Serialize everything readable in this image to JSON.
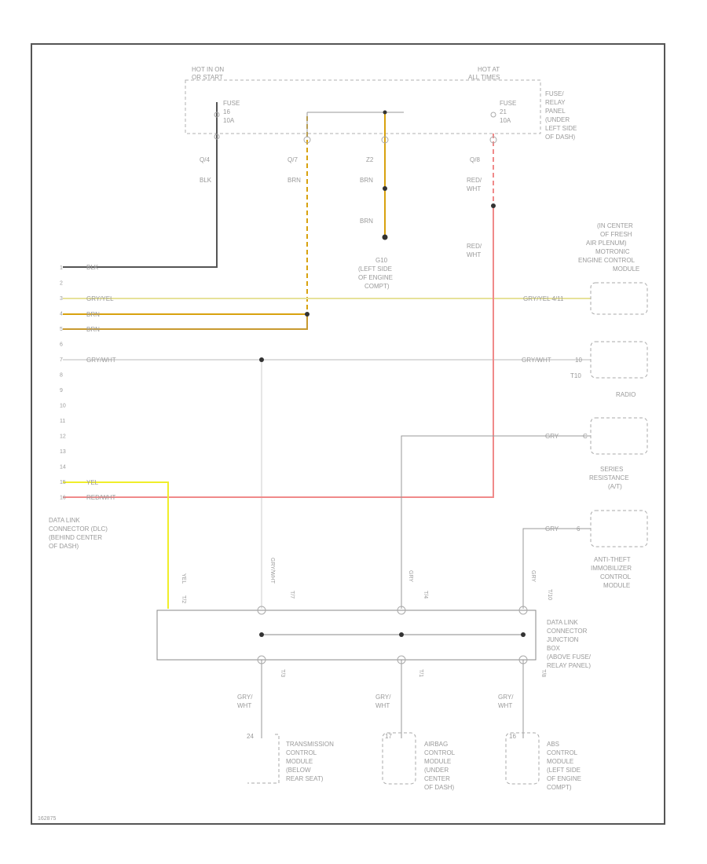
{
  "diagram": {
    "hot_in_on": [
      "HOT IN ON",
      "OR START"
    ],
    "hot_at_all": [
      "HOT AT",
      "ALL TIMES"
    ],
    "fuse_left": [
      "FUSE",
      "16",
      "10A"
    ],
    "fuse_right": [
      "FUSE",
      "21",
      "10A"
    ],
    "fuse_panel": [
      "FUSE/",
      "RELAY",
      "PANEL",
      "(UNDER",
      "LEFT SIDE",
      "OF DASH)"
    ],
    "term_q4": "Q/4",
    "term_q7": "Q/7",
    "term_z2": "Z2",
    "term_q8": "Q/8",
    "wire_blk": "BLK",
    "wire_brn1": "BRN",
    "wire_brn2": "BRN",
    "wire_brn3": "BRN",
    "wire_red_wht1": [
      "RED/",
      "WHT"
    ],
    "wire_red_wht2": [
      "RED/",
      "WHT"
    ],
    "ground": [
      "G10",
      "(LEFT SIDE",
      "OF ENGINE",
      "COMPT)"
    ],
    "ecm": [
      "(IN CENTER",
      "OF FRESH",
      "AIR PLENUM)",
      "MOTRONIC",
      "ENGINE CONTROL",
      "MODULE"
    ],
    "ecm_wire": "GRY/YEL  4/11",
    "radio_wire": "GRY/WHT",
    "radio_pin1": "10",
    "radio_pin2": "T10",
    "radio": "RADIO",
    "series_wire": "GRY",
    "series_pin": "C",
    "series_res": [
      "SERIES",
      "RESISTANCE",
      "(A/T)"
    ],
    "antitheft_wire": "GRY",
    "antitheft_pin": "6",
    "antitheft": [
      "ANTI-THEFT",
      "IMMOBILIZER",
      "CONTROL",
      "MODULE"
    ],
    "dlc_pins": [
      "1",
      "2",
      "3",
      "4",
      "5",
      "6",
      "7",
      "8",
      "9",
      "10",
      "11",
      "12",
      "13",
      "14",
      "15",
      "16"
    ],
    "dlc_pin1_wire": "BLK",
    "dlc_pin3_wire": "GRY/YEL",
    "dlc_pin4_wire": "BRN",
    "dlc_pin5_wire": "BRN",
    "dlc_pin7_wire": "GRY/WHT",
    "dlc_pin15_wire": "YEL",
    "dlc_pin16_wire": "RED/WHT",
    "dlc": [
      "DATA LINK",
      "CONNECTOR (DLC)",
      "(BEHIND CENTER",
      "OF DASH)"
    ],
    "v_yel": "YEL",
    "v_t2": "T/2",
    "v_gry_wht": "GRY/WHT",
    "v_t7": "T/7",
    "v_gry1": "GRY",
    "v_t4": "T/4",
    "v_gry2": "GRY",
    "v_t10": "T/10",
    "junction": [
      "DATA LINK",
      "CONNECTOR",
      "JUNCTION",
      "BOX",
      "(ABOVE FUSE/",
      "RELAY PANEL)"
    ],
    "b_t3": "T/3",
    "b_t1": "T/1",
    "b_t8": "T/8",
    "b_wire1": [
      "GRY/",
      "WHT"
    ],
    "b_wire2": [
      "GRY/",
      "WHT"
    ],
    "b_wire3": [
      "GRY/",
      "WHT"
    ],
    "b_pin1": "24",
    "b_pin2": "17",
    "b_pin3": "16",
    "tcm": [
      "TRANSMISSION",
      "CONTROL",
      "MODULE",
      "(BELOW",
      "REAR SEAT)"
    ],
    "airbag": [
      "AIRBAG",
      "CONTROL",
      "MODULE",
      "(UNDER",
      "CENTER",
      "OF DASH)"
    ],
    "abs": [
      "ABS",
      "CONTROL",
      "MODULE",
      "(LEFT SIDE",
      "OF ENGINE",
      "COMPT)"
    ],
    "figure_id": "162875"
  }
}
